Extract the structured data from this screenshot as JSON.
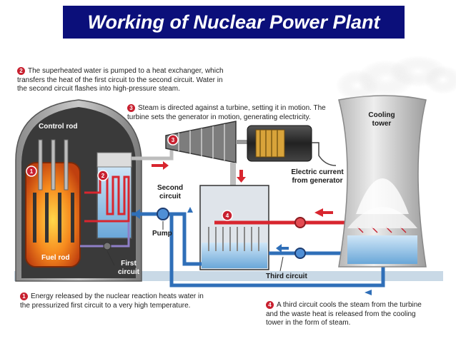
{
  "title": "Working of Nuclear Power Plant",
  "steps": [
    {
      "num": "1",
      "text": "Energy released by the nuclear reaction heats water in the pressurized first circuit to a very high temperature."
    },
    {
      "num": "2",
      "text": "The superheated water is pumped to a heat exchanger, which transfers the heat of the first circuit to the second circuit. Water in the second circuit flashes into high-pressure steam."
    },
    {
      "num": "3",
      "text": "Steam is directed against a turbine, setting it in motion. The turbine sets the generator in motion, generating electricity."
    },
    {
      "num": "4",
      "text": "A third circuit cools the steam from the turbine and the waste heat is released from the cooling tower in the form of steam."
    }
  ],
  "labels": {
    "control_rod": "Control rod",
    "fuel_rod": "Fuel rod",
    "first_circuit_1": "First",
    "first_circuit_2": "circuit",
    "second_circuit_1": "Second",
    "second_circuit_2": "circuit",
    "pump": "Pump",
    "third_circuit": "Third circuit",
    "electric_current_1": "Electric current",
    "electric_current_2": "from generator",
    "cooling_tower_1": "Cooling",
    "cooling_tower_2": "tower"
  },
  "markers": [
    "1",
    "2",
    "3",
    "4"
  ],
  "colors": {
    "title_bg": "#0b0f7a",
    "badge": "#c8202f",
    "hot_circuit": "#d8262f",
    "cool_circuit": "#2f6fb8",
    "water": "#9cc8ea",
    "core": "#f07a1a"
  }
}
